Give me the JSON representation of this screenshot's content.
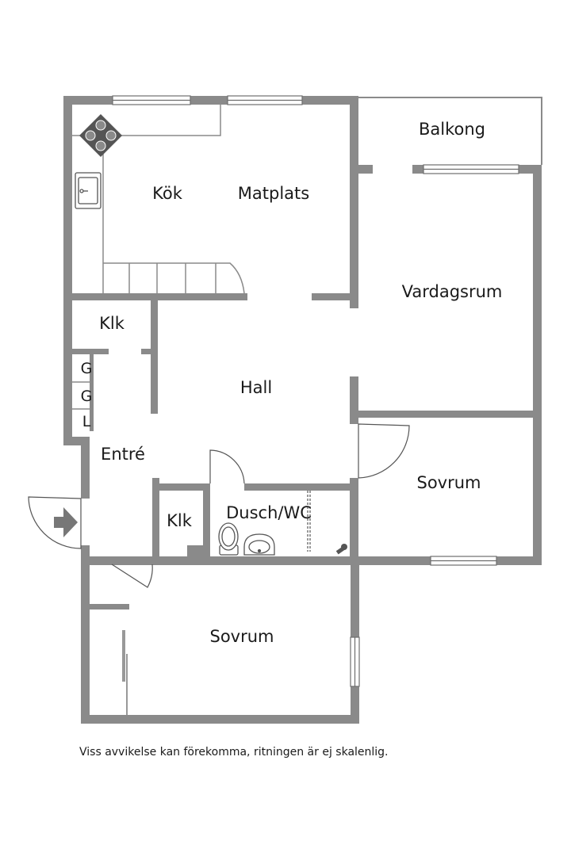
{
  "rooms": {
    "balkong": "Balkong",
    "kok": "Kök",
    "matplats": "Matplats",
    "vardagsrum": "Vardagsrum",
    "klk_top": "Klk",
    "hall": "Hall",
    "entre": "Entré",
    "sovrum_right": "Sovrum",
    "klk_bottom": "Klk",
    "dusch_wc": "Dusch/WC",
    "sovrum_bottom": "Sovrum"
  },
  "closets": {
    "g1": "G",
    "g2": "G",
    "l": "L"
  },
  "icons": {
    "stove": "stove-icon",
    "sink": "sink-icon",
    "toilet": "toilet-icon",
    "washbasin": "washbasin-icon",
    "entry_arrow": "entrance-arrow-icon"
  },
  "colors": {
    "wall": "#8a8a8a",
    "wall_edge": "#6e6e6e",
    "fixture": "#555555"
  },
  "footer": {
    "disclaimer": "Viss avvikelse kan förekomma, ritningen är ej skalenlig."
  }
}
